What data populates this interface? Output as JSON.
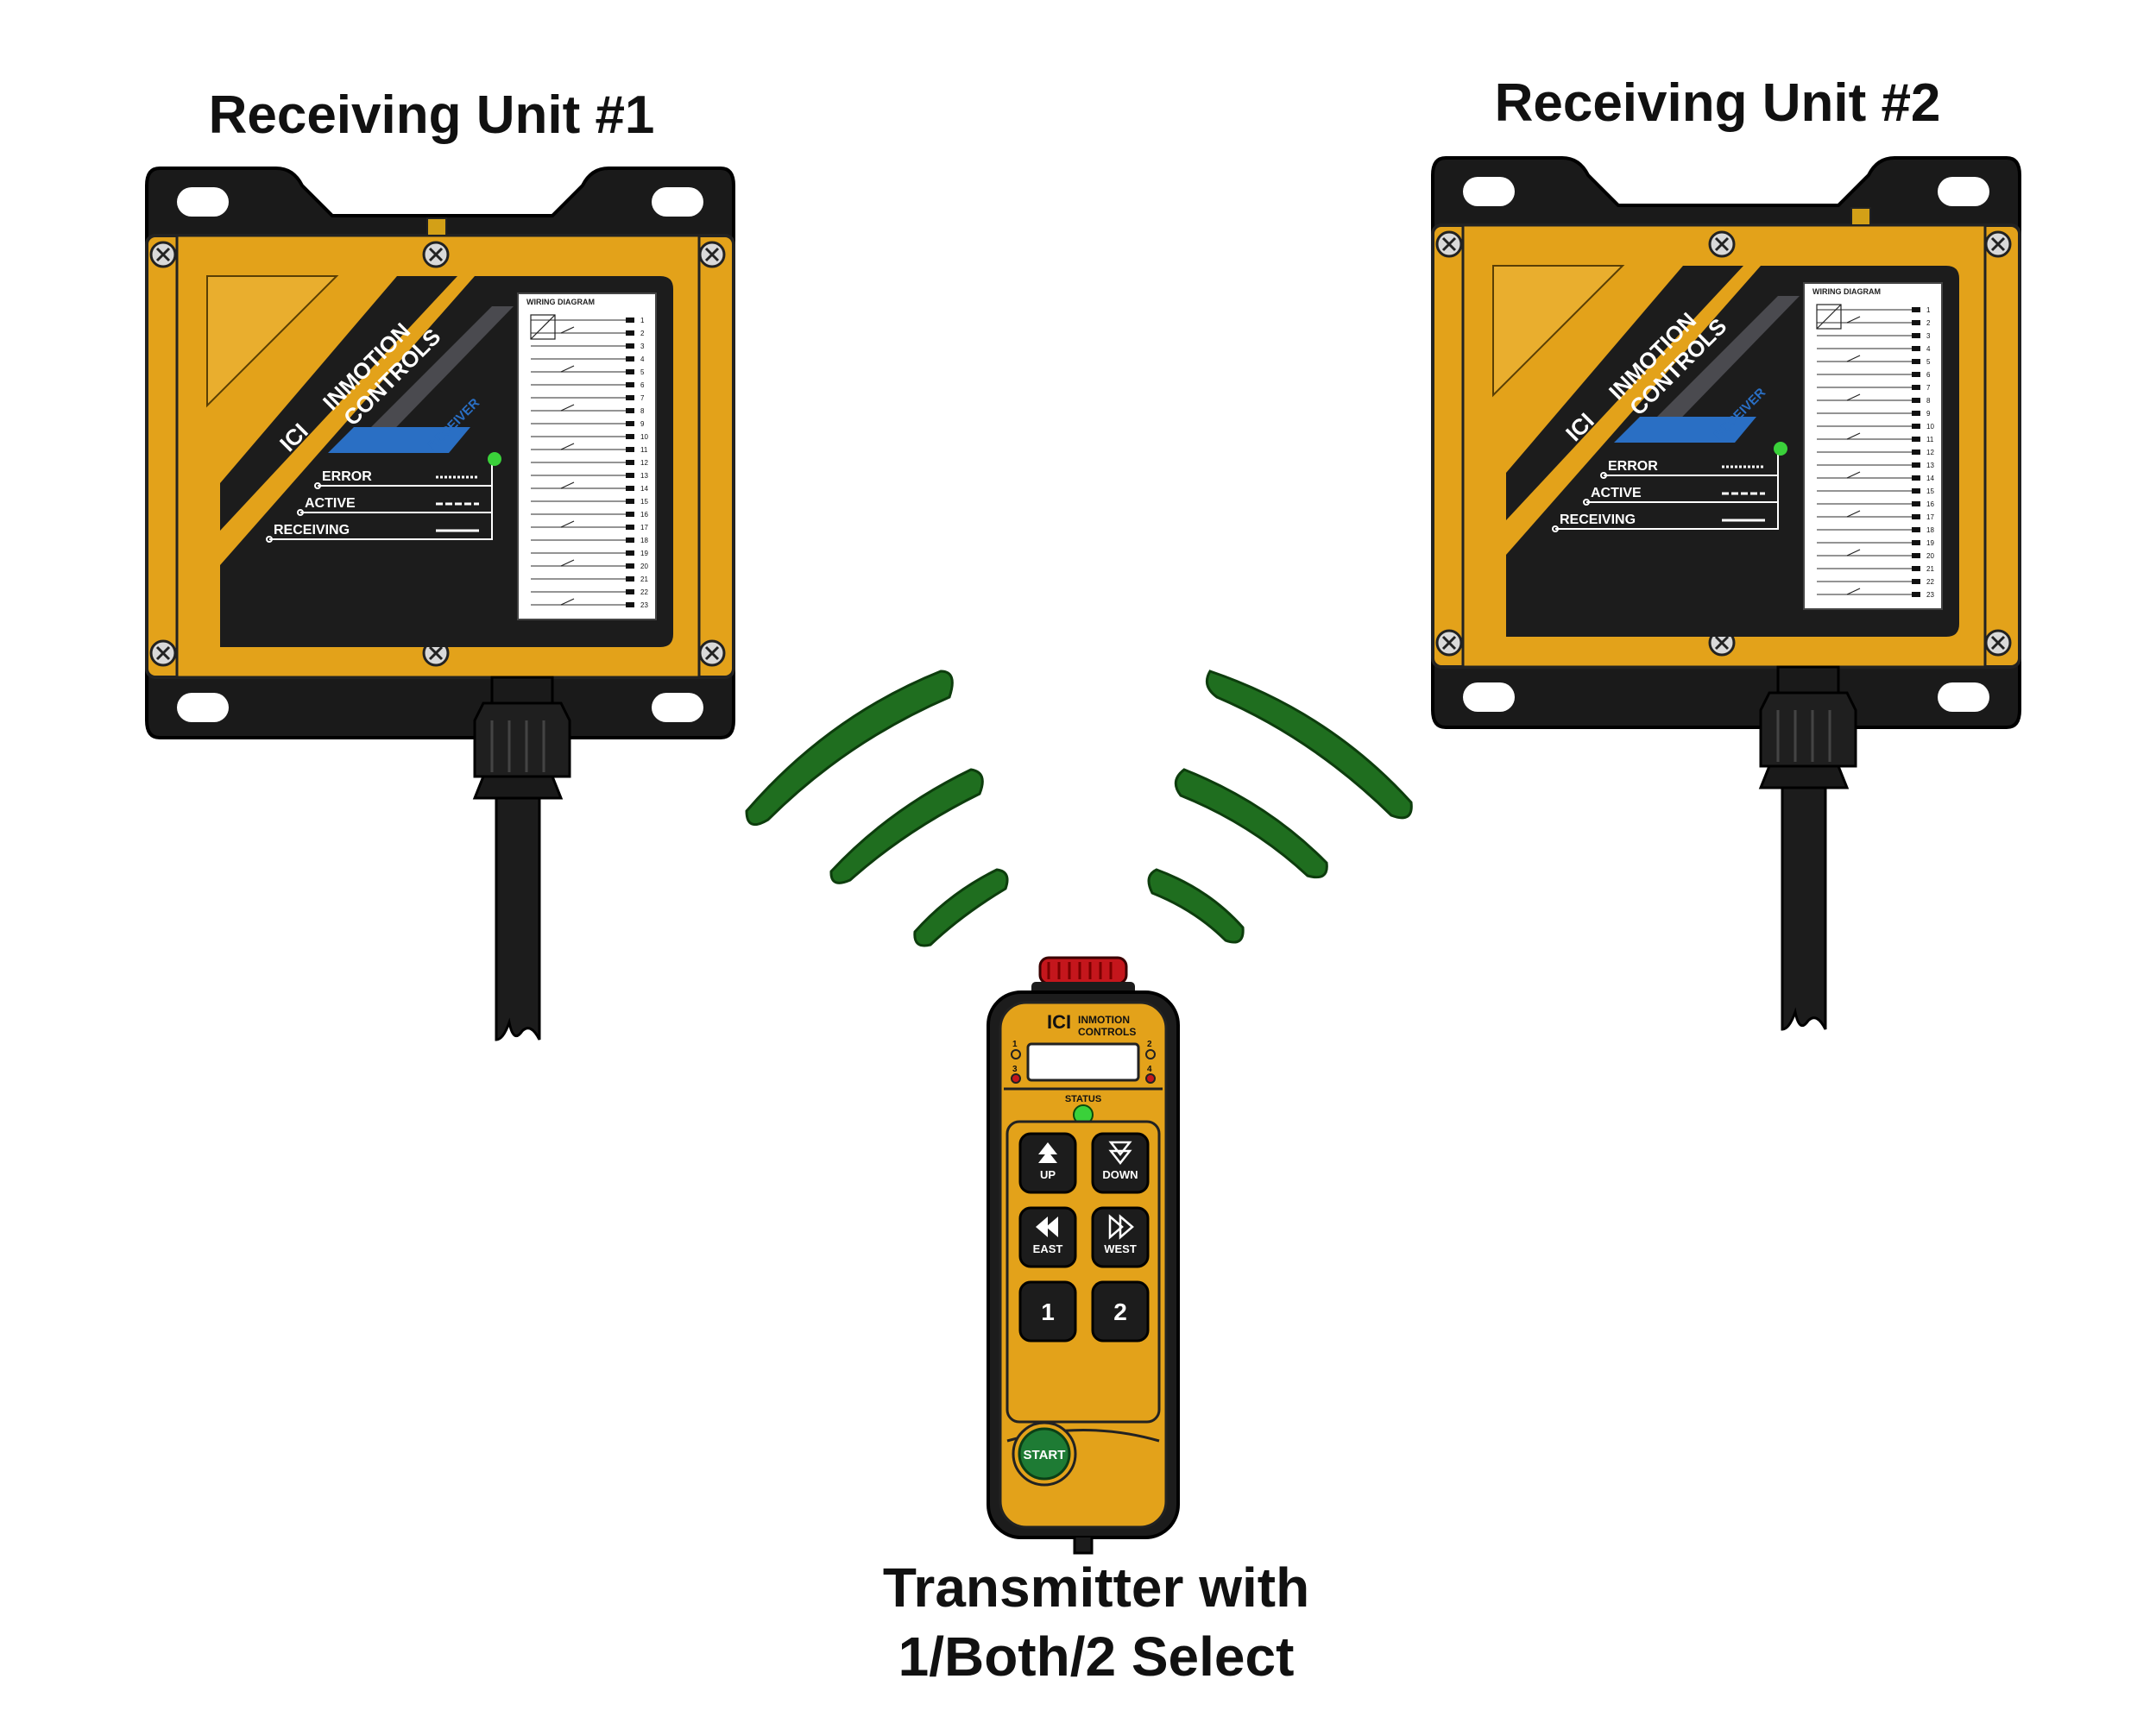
{
  "receivers": [
    {
      "title": "Receiving Unit #1",
      "brand_line1": "INMOTION",
      "brand_line2": "CONTROLS",
      "logo": "ICI",
      "model_tag": "RECEIVER",
      "wiring_title": "WIRING DIAGRAM",
      "status_labels": [
        "ERROR",
        "ACTIVE",
        "RECEIVING"
      ],
      "terminal_numbers": [
        "1",
        "2",
        "3",
        "4",
        "5",
        "6",
        "7",
        "8",
        "9",
        "10",
        "11",
        "12",
        "13",
        "14",
        "15",
        "16",
        "17",
        "18",
        "19",
        "20",
        "21",
        "22",
        "23"
      ]
    },
    {
      "title": "Receiving Unit #2",
      "brand_line1": "INMOTION",
      "brand_line2": "CONTROLS",
      "logo": "ICI",
      "model_tag": "RECEIVER",
      "wiring_title": "WIRING DIAGRAM",
      "status_labels": [
        "ERROR",
        "ACTIVE",
        "RECEIVING"
      ],
      "terminal_numbers": [
        "1",
        "2",
        "3",
        "4",
        "5",
        "6",
        "7",
        "8",
        "9",
        "10",
        "11",
        "12",
        "13",
        "14",
        "15",
        "16",
        "17",
        "18",
        "19",
        "20",
        "21",
        "22",
        "23"
      ]
    }
  ],
  "transmitter": {
    "title_line1": "Transmitter with",
    "title_line2": "1/Both/2 Select",
    "brand_line1": "INMOTION",
    "brand_line2": "CONTROLS",
    "logo": "ICI",
    "status_label": "STATUS",
    "indicator_numbers": [
      "1",
      "2",
      "3",
      "4"
    ],
    "buttons": [
      {
        "label": "UP",
        "icon": "up-arrow-icon"
      },
      {
        "label": "DOWN",
        "icon": "down-arrow-icon"
      },
      {
        "label": "EAST",
        "icon": "rewind-icon"
      },
      {
        "label": "WEST",
        "icon": "fast-forward-icon"
      },
      {
        "label": "1",
        "icon": ""
      },
      {
        "label": "2",
        "icon": ""
      }
    ],
    "start_label": "START"
  },
  "colors": {
    "housing": "#E3A21A",
    "housing_dark": "#B07A10",
    "body_black": "#1c1c1c",
    "signal_green": "#1f6e1f",
    "led_green": "#3ad13a",
    "estop_red": "#c4161c",
    "start_green": "#1e7b34",
    "accent_blue": "#2a6fc4"
  }
}
